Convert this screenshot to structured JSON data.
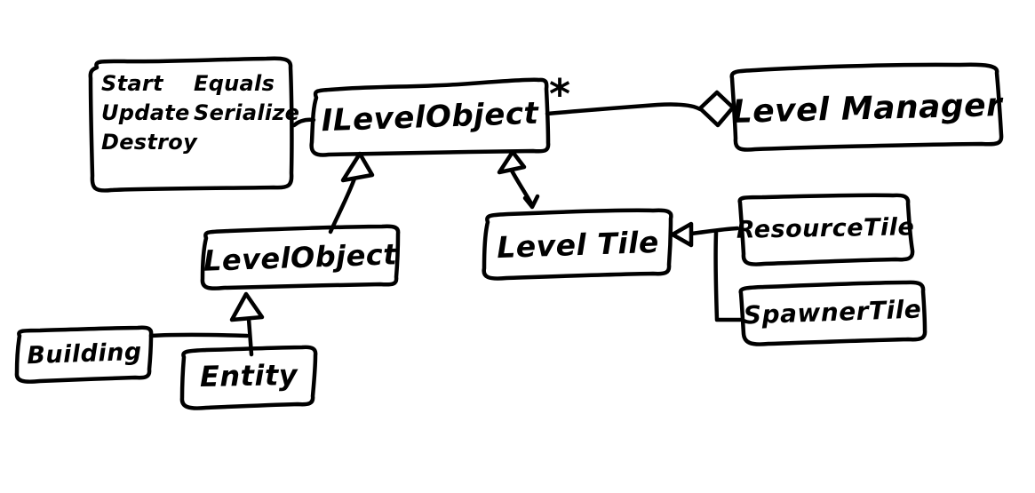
{
  "colors": {
    "ink": "#000000",
    "background": "#ffffff"
  },
  "nodes": {
    "methods_note": {
      "rows": [
        [
          "Start",
          "Equals"
        ],
        [
          "Update",
          "Serialize"
        ],
        [
          "Destroy"
        ]
      ],
      "attached_to": "ILevelObject"
    },
    "ilevelobject": {
      "label": "ILevelObject"
    },
    "levelmanager": {
      "label": "Level Manager"
    },
    "levelobject": {
      "label": "LevelObject"
    },
    "leveltile": {
      "label": "Level Tile"
    },
    "resourcetile": {
      "label": "ResourceTile"
    },
    "spawnertile": {
      "label": "SpawnerTile"
    },
    "building": {
      "label": "Building"
    },
    "entity": {
      "label": "Entity"
    }
  },
  "edges": {
    "aggregation": {
      "from": "ILevelObject",
      "to": "Level Manager",
      "multiplicity": "*",
      "connector_icon": "aggregation-diamond"
    },
    "inheritance": [
      {
        "from": "LevelObject",
        "to": "ILevelObject",
        "connector_icon": "hollow-triangle-arrow"
      },
      {
        "from": "Level Tile",
        "to": "ILevelObject",
        "connector_icon": "hollow-triangle-arrow"
      },
      {
        "from": "ResourceTile",
        "to": "Level Tile",
        "connector_icon": "hollow-triangle-arrow"
      },
      {
        "from": "SpawnerTile",
        "to": "Level Tile",
        "connector_icon": "hollow-triangle-arrow"
      },
      {
        "from": "Building",
        "to": "LevelObject",
        "connector_icon": "hollow-triangle-arrow"
      },
      {
        "from": "Entity",
        "to": "LevelObject",
        "connector_icon": "hollow-triangle-arrow"
      }
    ]
  }
}
